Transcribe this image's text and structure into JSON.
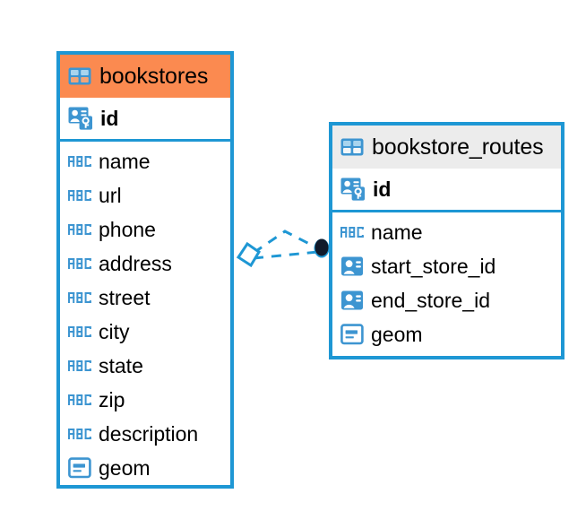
{
  "diagram": {
    "type": "entity-relationship-diagram",
    "background": "#ffffff",
    "colors": {
      "border": "#1e97d4",
      "icon_blue": "#3d95d1",
      "accent_header": "#fb8a50",
      "neutral_header": "#ececec",
      "text": "#000000",
      "connector_line": "#1e97d4",
      "connector_dot": "#101a2b"
    },
    "entities": [
      {
        "name": "bookstores",
        "header_style": "accent",
        "header_icon": "table-icon",
        "primary_key": {
          "label": "id",
          "icon": "primary-key-icon",
          "type": "key"
        },
        "fields": [
          {
            "label": "name",
            "icon": "text-abc-icon",
            "type": "text"
          },
          {
            "label": "url",
            "icon": "text-abc-icon",
            "type": "text"
          },
          {
            "label": "phone",
            "icon": "text-abc-icon",
            "type": "text"
          },
          {
            "label": "address",
            "icon": "text-abc-icon",
            "type": "text"
          },
          {
            "label": "street",
            "icon": "text-abc-icon",
            "type": "text"
          },
          {
            "label": "city",
            "icon": "text-abc-icon",
            "type": "text"
          },
          {
            "label": "state",
            "icon": "text-abc-icon",
            "type": "text"
          },
          {
            "label": "zip",
            "icon": "text-abc-icon",
            "type": "text"
          },
          {
            "label": "description",
            "icon": "text-abc-icon",
            "type": "text"
          },
          {
            "label": "geom",
            "icon": "geometry-icon",
            "type": "geometry"
          }
        ]
      },
      {
        "name": "bookstore_routes",
        "header_style": "neutral",
        "header_icon": "table-icon",
        "primary_key": {
          "label": "id",
          "icon": "primary-key-icon",
          "type": "key"
        },
        "fields": [
          {
            "label": "name",
            "icon": "text-abc-icon",
            "type": "text"
          },
          {
            "label": "start_store_id",
            "icon": "foreign-key-icon",
            "type": "reference"
          },
          {
            "label": "end_store_id",
            "icon": "foreign-key-icon",
            "type": "reference"
          },
          {
            "label": "geom",
            "icon": "geometry-icon",
            "type": "geometry"
          }
        ]
      }
    ],
    "relationship": {
      "from_entity": "bookstores",
      "to_entity": "bookstore_routes",
      "from_marker": "diamond-outline",
      "to_marker": "filled-circle",
      "line_style": "dashed"
    }
  }
}
